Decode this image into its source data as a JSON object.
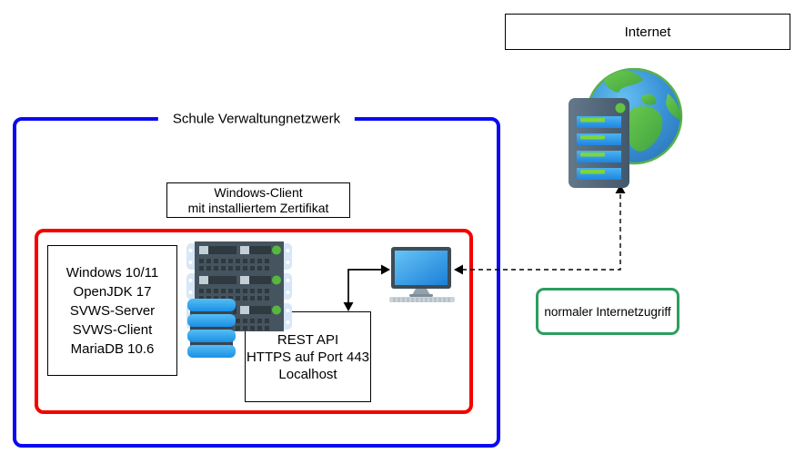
{
  "internet_box": {
    "label": "Internet"
  },
  "network_zone": {
    "label": "Schule Verwaltungnetzwerk"
  },
  "windows_client_box": {
    "lines": [
      "Windows-Client",
      "mit installiertem Zertifikat"
    ]
  },
  "software_box": {
    "lines": [
      "Windows 10/11",
      "OpenJDK 17",
      "SVWS-Server",
      "SVWS-Client",
      "MariaDB 10.6"
    ]
  },
  "rest_api_box": {
    "lines": [
      "REST API",
      "HTTPS auf Port 443",
      "Localhost"
    ]
  },
  "internet_access_box": {
    "label": "normaler Internetzugriff"
  },
  "colors": {
    "network_zone_border": "#0a0af2",
    "client_zone_border": "#f40000",
    "internet_access_border": "#2b9e5e",
    "plain_box_border": "#000000",
    "connector": "#000000"
  },
  "icons": {
    "internet": "globe-with-server-tower",
    "local_server": "server-rack",
    "database": "blue-database-stack",
    "client": "desktop-computer"
  }
}
